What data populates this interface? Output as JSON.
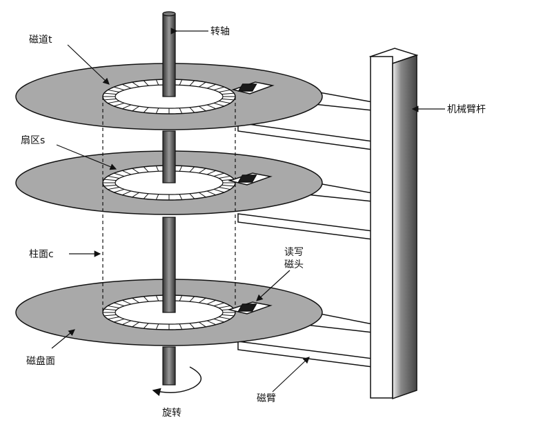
{
  "labels": {
    "spindle": "转轴",
    "track": "磁道t",
    "sector": "扇区s",
    "cylinder": "柱面c",
    "rw_head_line1": "读写",
    "rw_head_line2": "磁头",
    "surface": "磁盘面",
    "arm": "磁臂",
    "arm_post": "机械臂杆",
    "rotate": "旋转"
  },
  "colors": {
    "platter": "#a9a9a9",
    "ink": "#111111",
    "ring": "#ffffff",
    "post_shade": "#777777",
    "head": "#1a1a1a"
  }
}
